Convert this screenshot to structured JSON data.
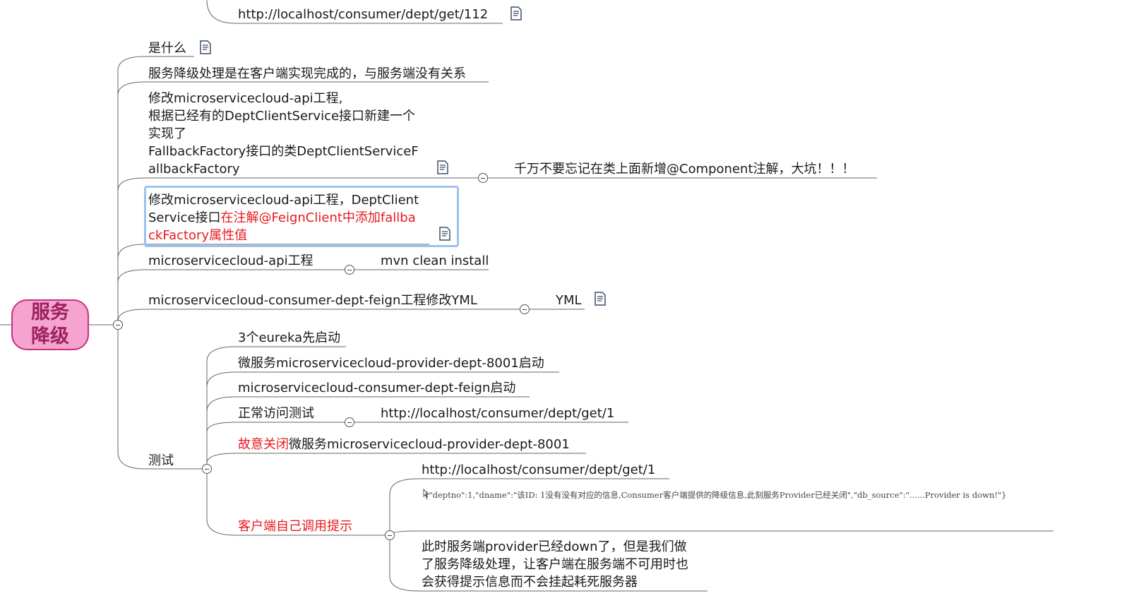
{
  "root": {
    "line1": "服务",
    "line2": "降级"
  },
  "top_url": "http://localhost/consumer/dept/get/112",
  "branches": {
    "what": "是什么",
    "client_side": "服务降级处理是在客户端实现完成的，与服务端没有关系",
    "modify_api": {
      "lines": [
        "修改microservicecloud-api工程,",
        "根据已经有的DeptClientService接口新建一个",
        "实现了",
        "FallbackFactory接口的类DeptClientServiceF",
        "allbackFactory"
      ],
      "child": "千万不要忘记在类上面新增@Component注解，大坑！！！"
    },
    "modify_interface": {
      "line1": "修改microservicecloud-api工程，DeptClient",
      "line2_black": "Service接口",
      "line2_red": "在注解@FeignClient中添加fallba",
      "line3_red": "ckFactory属性值"
    },
    "api_project": {
      "label": "microservicecloud-api工程",
      "child": "mvn clean install"
    },
    "feign_yml": {
      "label": "microservicecloud-consumer-dept-feign工程修改YML",
      "child": "YML"
    },
    "test": {
      "label": "测试",
      "items": {
        "eureka": "3个eureka先启动",
        "provider": "微服务microservicecloud-provider-dept-8001启动",
        "consumer": "microservicecloud-consumer-dept-feign启动",
        "normal": "正常访问测试",
        "normal_url": "http://localhost/consumer/dept/get/1",
        "close_red": "故意关闭",
        "close_black": "微服务microservicecloud-provider-dept-8001",
        "client_hint": "客户端自己调用提示",
        "hint_url": "http://localhost/consumer/dept/get/1",
        "json": "{\"deptno\":1,\"dname\":\"该ID: 1没有没有对应的信息,Consumer客户端提供的降级信息,此刻服务Provider已经关闭\",\"db_source\":\"......Provider is down!\"}",
        "explanation": [
          "此时服务端provider已经down了，但是我们做",
          "了服务降级处理，让客户端在服务端不可用时也",
          "会获得提示信息而不会挂起耗死服务器"
        ]
      }
    }
  },
  "colors": {
    "root_fill": "#f5a3cf",
    "root_border": "#c8307e",
    "red_text": "#e8191e",
    "line": "#555555",
    "selection": "#9cc3ee"
  },
  "icons": [
    "note-icon",
    "collapse-icon"
  ]
}
